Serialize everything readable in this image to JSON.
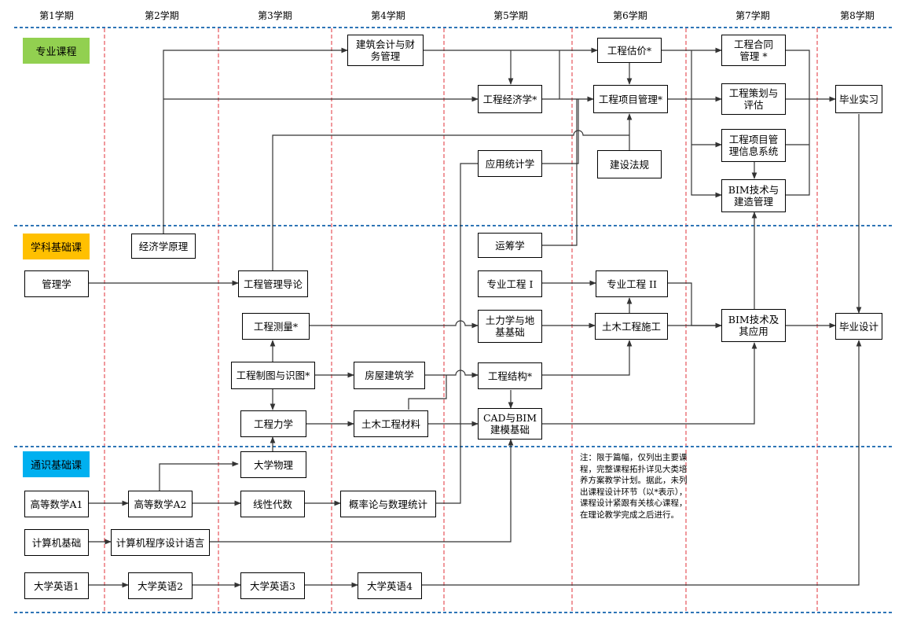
{
  "semesters": [
    "第1学期",
    "第2学期",
    "第3学期",
    "第4学期",
    "第5学期",
    "第6学期",
    "第7学期",
    "第8学期"
  ],
  "sections": {
    "professional": {
      "label": "专业课程",
      "color": "#92d050"
    },
    "discipline": {
      "label": "学科基础课",
      "color": "#ffc000"
    },
    "general": {
      "label": "通识基础课",
      "color": "#00b0f0"
    }
  },
  "courses": {
    "accounting": "建筑会计与财\n务管理",
    "estimate": "工程估价*",
    "contract": "工程合同\n管理 *",
    "economics": "工程经济学*",
    "project_mgmt": "工程项目管理*",
    "planning": "工程策划与\n评估",
    "internship": "毕业实习",
    "stats": "应用统计学",
    "law": "建设法规",
    "pmis": "工程项目管\n理信息系统",
    "bim_mgmt": "BIM技术与\n建造管理",
    "econ_principles": "经济学原理",
    "operations": "运筹学",
    "management": "管理学",
    "intro_mgmt": "工程管理导论",
    "spec1": "专业工程 I",
    "spec2": "专业工程 II",
    "surveying": "工程测量*",
    "soil": "土力学与地\n基基础",
    "construction": "土木工程施工",
    "bim_app": "BIM技术及\n其应用",
    "thesis": "毕业设计",
    "drawing": "工程制图与识图*",
    "building": "房屋建筑学",
    "structure": "工程结构*",
    "mechanics": "工程力学",
    "materials": "土木工程材料",
    "cad": "CAD与BIM\n建模基础",
    "physics": "大学物理",
    "math_a1": "高等数学A1",
    "math_a2": "高等数学A2",
    "linear": "线性代数",
    "probability": "概率论与数理统计",
    "computer": "计算机基础",
    "programming": "计算机程序设计语言",
    "english1": "大学英语1",
    "english2": "大学英语2",
    "english3": "大学英语3",
    "english4": "大学英语4"
  },
  "note": "注：限于篇幅，仅列出主要课程，完整课程拓扑详见大类培养方案教学计划。据此，未列出课程设计环节（以*表示），课程设计紧跟有关核心课程，在理论教学完成之后进行。",
  "colors": {
    "separator_blue": "#2e75b6",
    "column_red": "#e0303a",
    "line": "#333333"
  }
}
